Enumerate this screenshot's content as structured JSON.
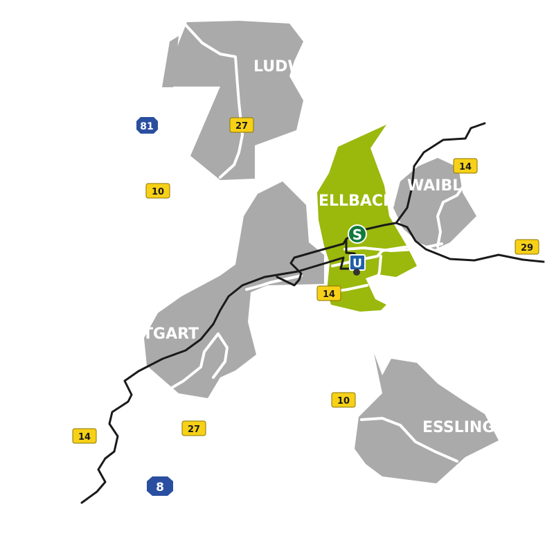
{
  "colors": {
    "region_gray": "#aaaaaa",
    "highlight_green": "#9bb80d",
    "road_white": "#ffffff",
    "rail_black": "#1a1a1a",
    "badge_yellow": "#f7d117",
    "motorway_blue": "#2a4fa0",
    "s_bahn_green": "#107a3c",
    "u_bahn_blue": "#1f5fa8"
  },
  "cities": {
    "ludwigsburg": "LUDW",
    "fellbach": "ELLBACH",
    "waiblingen": "WAIBL",
    "stuttgart": "TGART",
    "esslingen": "ESSLING"
  },
  "roads": {
    "r27_north": "27",
    "a81": "81",
    "r14_east": "14",
    "r10_west": "10",
    "r29": "29",
    "r14_center": "14",
    "r10_south": "10",
    "r14_southwest": "14",
    "r27_south": "27",
    "a8": "8"
  },
  "transit": {
    "s_bahn": "S",
    "u_bahn": "U"
  }
}
